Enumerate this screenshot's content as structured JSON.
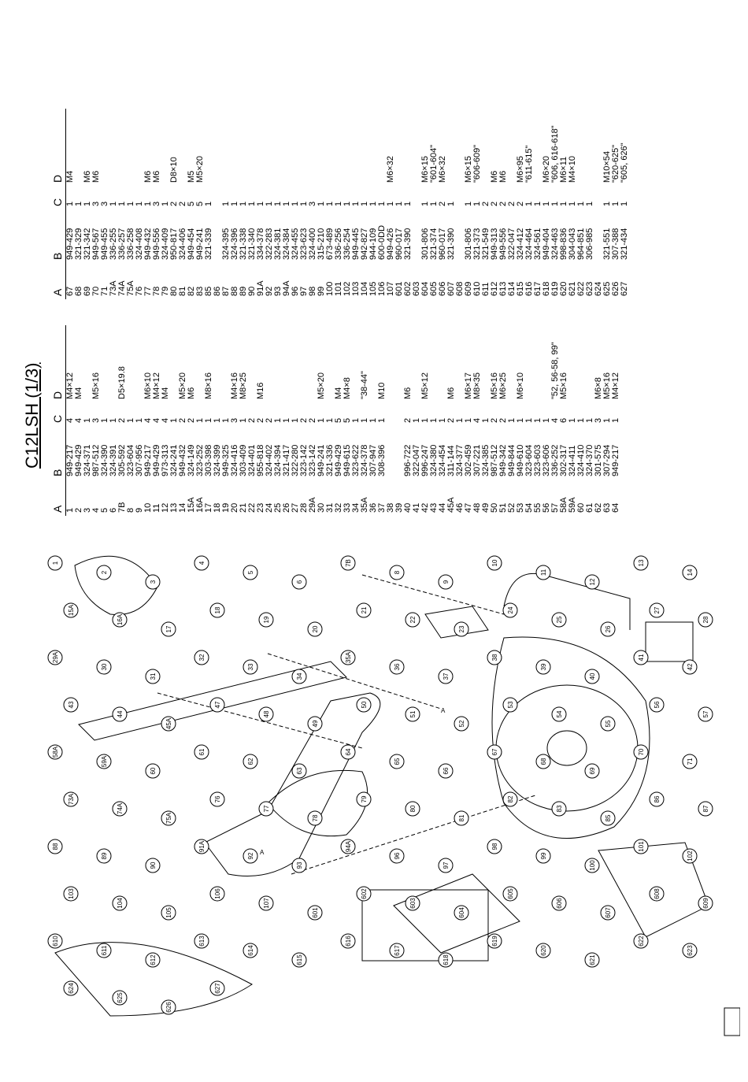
{
  "title": "C12LSH (1/3)",
  "headers": [
    "A",
    "B",
    "C",
    "D"
  ],
  "table_left": [
    [
      "1",
      "949-217",
      "4",
      "M4×12"
    ],
    [
      "2",
      "949-429",
      "4",
      "M4"
    ],
    [
      "3",
      "324-371",
      "1",
      ""
    ],
    [
      "4",
      "987-512",
      "3",
      "M5×16"
    ],
    [
      "5",
      "324-390",
      "1",
      ""
    ],
    [
      "6",
      "324-391",
      "1",
      ""
    ],
    [
      "7B",
      "305-592",
      "2",
      "D5×19.8"
    ],
    [
      "8",
      "323-604",
      "1",
      ""
    ],
    [
      "9",
      "307-956",
      "1",
      ""
    ],
    [
      "10",
      "949-217",
      "4",
      "M6×10"
    ],
    [
      "11",
      "949-429",
      "4",
      "M4×12"
    ],
    [
      "12",
      "973-313",
      "4",
      "M4"
    ],
    [
      "13",
      "324-241",
      "1",
      ""
    ],
    [
      "14",
      "949-432",
      "2",
      "M5×20"
    ],
    [
      "15A",
      "324-149",
      "2",
      "M6"
    ],
    [
      "16A",
      "323-252",
      "1",
      ""
    ],
    [
      "17",
      "303-398",
      "1",
      "M8×16"
    ],
    [
      "18",
      "324-399",
      "1",
      ""
    ],
    [
      "19",
      "949-325",
      "1",
      ""
    ],
    [
      "20",
      "324-416",
      "3",
      "M4×16"
    ],
    [
      "21",
      "303-409",
      "1",
      "M8×25"
    ],
    [
      "22",
      "324-401",
      "2",
      ""
    ],
    [
      "23",
      "955-818",
      "2",
      "M16"
    ],
    [
      "24",
      "324-402",
      "2",
      ""
    ],
    [
      "25",
      "324-394",
      "1",
      ""
    ],
    [
      "26",
      "321-417",
      "1",
      ""
    ],
    [
      "27",
      "322-280",
      "1",
      ""
    ],
    [
      "28",
      "323-142",
      "2",
      ""
    ],
    [
      "29A",
      "323-142",
      "2",
      ""
    ],
    [
      "30",
      "949-241",
      "1",
      "M5×20"
    ],
    [
      "31",
      "321-336",
      "1",
      ""
    ],
    [
      "32",
      "949-429",
      "5",
      "M4"
    ],
    [
      "33",
      "949-615",
      "5",
      "M4×8"
    ],
    [
      "34",
      "323-622",
      "1",
      ""
    ],
    [
      "35A",
      "324-378",
      "1",
      "\"38-44\""
    ],
    [
      "36",
      "307-947",
      "1",
      ""
    ],
    [
      "37",
      "308-396",
      "1",
      "M10"
    ],
    [
      "38",
      "",
      "",
      ""
    ],
    [
      "39",
      "",
      "",
      ""
    ],
    [
      "40",
      "996-722",
      "2",
      "M6"
    ],
    [
      "41",
      "322-047",
      "1",
      ""
    ],
    [
      "42",
      "996-247",
      "1",
      "M5×12"
    ],
    [
      "43",
      "324-380",
      "1",
      ""
    ],
    [
      "44",
      "324-454",
      "1",
      ""
    ],
    [
      "45A",
      "311-144",
      "2",
      "M6"
    ],
    [
      "46",
      "324-377",
      "1",
      ""
    ],
    [
      "47",
      "302-459",
      "1",
      "M6×17"
    ],
    [
      "48",
      "307-221",
      "4",
      "M8×35"
    ],
    [
      "49",
      "324-385",
      "1",
      ""
    ],
    [
      "50",
      "987-512",
      "2",
      "M5×16"
    ],
    [
      "51",
      "949-342",
      "2",
      "M6×25"
    ],
    [
      "52",
      "949-844",
      "1",
      ""
    ],
    [
      "53",
      "949-610",
      "1",
      "M6×10"
    ],
    [
      "54",
      "323-604",
      "1",
      ""
    ],
    [
      "55",
      "323-603",
      "1",
      ""
    ],
    [
      "56",
      "323-606",
      "1",
      ""
    ],
    [
      "57",
      "336-252",
      "4",
      "\"52, 56-58, 99\""
    ],
    [
      "58A",
      "302-317",
      "6",
      "M5×16"
    ],
    [
      "59A",
      "324-411",
      "1",
      ""
    ],
    [
      "60",
      "324-410",
      "1",
      ""
    ],
    [
      "61",
      "324-370",
      "1",
      ""
    ],
    [
      "62",
      "301-575",
      "3",
      "M6×8"
    ],
    [
      "63",
      "307-294",
      "1",
      "M5×16"
    ],
    [
      "64",
      "949-217",
      "1",
      "M4×12"
    ]
  ],
  "table_right": [
    [
      "67",
      "949-429",
      "1",
      "M4"
    ],
    [
      "68",
      "321-329",
      "1",
      ""
    ],
    [
      "69",
      "321-342",
      "1",
      "M6"
    ],
    [
      "70",
      "949-567",
      "3",
      "M6"
    ],
    [
      "71",
      "949-455",
      "3",
      ""
    ],
    [
      "73A",
      "336-255",
      "1",
      ""
    ],
    [
      "74A",
      "336-257",
      "1",
      ""
    ],
    [
      "75A",
      "336-258",
      "1",
      ""
    ],
    [
      "76",
      "324-408",
      "1",
      ""
    ],
    [
      "77",
      "949-432",
      "1",
      "M6"
    ],
    [
      "78",
      "949-556",
      "3",
      "M6"
    ],
    [
      "79",
      "324-409",
      "1",
      ""
    ],
    [
      "80",
      "950-817",
      "2",
      "D8×10"
    ],
    [
      "81",
      "324-406",
      "2",
      ""
    ],
    [
      "82",
      "949-454",
      "5",
      "M5"
    ],
    [
      "83",
      "949-241",
      "5",
      "M5×20"
    ],
    [
      "85",
      "321-339",
      "1",
      ""
    ],
    [
      "86",
      "",
      "",
      ""
    ],
    [
      "87",
      "324-395",
      "1",
      ""
    ],
    [
      "88",
      "324-396",
      "1",
      ""
    ],
    [
      "89",
      "321-338",
      "1",
      ""
    ],
    [
      "90",
      "321-340",
      "1",
      ""
    ],
    [
      "91A",
      "334-378",
      "1",
      ""
    ],
    [
      "92",
      "322-283",
      "1",
      ""
    ],
    [
      "93",
      "324-381",
      "1",
      ""
    ],
    [
      "94A",
      "324-384",
      "1",
      ""
    ],
    [
      "96",
      "324-455",
      "1",
      ""
    ],
    [
      "97",
      "323-623",
      "1",
      ""
    ],
    [
      "98",
      "324-400",
      "3",
      ""
    ],
    [
      "99",
      "315-210",
      "1",
      ""
    ],
    [
      "100",
      "673-489",
      "1",
      ""
    ],
    [
      "101",
      "336-256",
      "1",
      ""
    ],
    [
      "102",
      "336-254",
      "1",
      ""
    ],
    [
      "103",
      "949-445",
      "1",
      ""
    ],
    [
      "104",
      "942-827",
      "1",
      ""
    ],
    [
      "105",
      "944-109",
      "1",
      ""
    ],
    [
      "106",
      "600-0DD",
      "1",
      ""
    ],
    [
      "107",
      "949-426",
      "1",
      "M6×32"
    ],
    [
      "601",
      "960-017",
      "1",
      ""
    ],
    [
      "602",
      "321-390",
      "1",
      ""
    ],
    [
      "603",
      "",
      "",
      ""
    ],
    [
      "604",
      "301-806",
      "1",
      "M6×15"
    ],
    [
      "605",
      "321-374",
      "1",
      "\"601-604\""
    ],
    [
      "606",
      "960-017",
      "2",
      "M6×32"
    ],
    [
      "607",
      "321-390",
      "1",
      ""
    ],
    [
      "608",
      "",
      "",
      ""
    ],
    [
      "609",
      "301-806",
      "1",
      "M6×15"
    ],
    [
      "610",
      "321-373",
      "1",
      "\"606-609\""
    ],
    [
      "611",
      "321-549",
      "2",
      ""
    ],
    [
      "612",
      "949-313",
      "2",
      "M6"
    ],
    [
      "613",
      "949-556",
      "2",
      "M6"
    ],
    [
      "614",
      "322-047",
      "2",
      ""
    ],
    [
      "615",
      "324-412",
      "2",
      "M6×95"
    ],
    [
      "616",
      "324-464",
      "1",
      "\"611-615\""
    ],
    [
      "617",
      "324-561",
      "1",
      ""
    ],
    [
      "618",
      "949-404",
      "1",
      "M6×20"
    ],
    [
      "619",
      "324-463",
      "1",
      "\"606, 616-618\""
    ],
    [
      "620",
      "998-836",
      "1",
      "M6×11"
    ],
    [
      "621",
      "304-043",
      "1",
      "M4×10"
    ],
    [
      "622",
      "964-851",
      "1",
      ""
    ],
    [
      "623",
      "306-985",
      "1",
      ""
    ],
    [
      "624",
      "",
      "",
      ""
    ],
    [
      "625",
      "321-551",
      "1",
      "M10×54"
    ],
    [
      "626",
      "307-388",
      "1",
      "\"620-625\""
    ],
    [
      "627",
      "321-434",
      "1",
      "\"605, 626\""
    ]
  ],
  "callouts": [
    "1",
    "2",
    "3",
    "4",
    "5",
    "6",
    "7B",
    "8",
    "9",
    "10",
    "11",
    "12",
    "13",
    "14",
    "15A",
    "16A",
    "17",
    "18",
    "19",
    "20",
    "21",
    "22",
    "23",
    "24",
    "25",
    "26",
    "27",
    "28",
    "29A",
    "30",
    "31",
    "32",
    "33",
    "34",
    "35A",
    "36",
    "37",
    "38",
    "39",
    "40",
    "41",
    "42",
    "43",
    "44",
    "45A",
    "47",
    "48",
    "49",
    "50",
    "51",
    "52",
    "53",
    "54",
    "55",
    "56",
    "57",
    "58A",
    "59A",
    "60",
    "61",
    "62",
    "63",
    "64",
    "65",
    "66",
    "67",
    "68",
    "69",
    "70",
    "71",
    "73A",
    "74A",
    "75A",
    "76",
    "77",
    "78",
    "79",
    "80",
    "81",
    "82",
    "83",
    "85",
    "86",
    "87",
    "88",
    "89",
    "90",
    "91A",
    "92",
    "93",
    "94A",
    "96",
    "97",
    "98",
    "99",
    "100",
    "101",
    "102",
    "103",
    "104",
    "105",
    "106",
    "107",
    "601",
    "602",
    "603",
    "604",
    "605",
    "606",
    "607",
    "608",
    "609",
    "610",
    "611",
    "612",
    "613",
    "614",
    "615",
    "616",
    "617",
    "618",
    "619",
    "620",
    "621",
    "622",
    "623",
    "624",
    "625",
    "626",
    "627"
  ],
  "inline_labels": [
    "A",
    "A"
  ]
}
